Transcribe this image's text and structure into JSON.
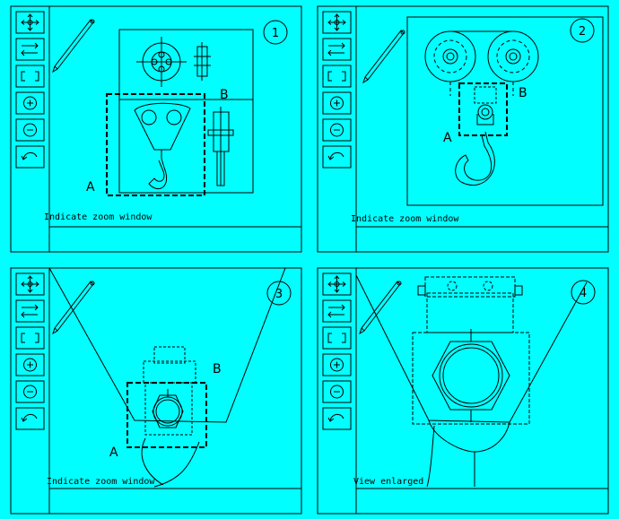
{
  "panels": [
    {
      "number": "1",
      "status": "Indicate zoom window",
      "callouts": [
        "A",
        "B"
      ]
    },
    {
      "number": "2",
      "status": "Indicate zoom window",
      "callouts": [
        "A",
        "B"
      ]
    },
    {
      "number": "3",
      "status": "Indicate zoom window",
      "callouts": [
        "A",
        "B"
      ]
    },
    {
      "number": "4",
      "status": "View enlarged",
      "callouts": []
    }
  ],
  "toolbar": {
    "tools": [
      {
        "icon": "pan-arrows-icon",
        "action": "Pan"
      },
      {
        "icon": "swap-arrows-icon",
        "action": "Swap"
      },
      {
        "icon": "zoom-window-icon",
        "action": "Zoom window"
      },
      {
        "icon": "zoom-in-icon",
        "action": "Zoom in"
      },
      {
        "icon": "zoom-out-icon",
        "action": "Zoom out"
      },
      {
        "icon": "undo-icon",
        "action": "Undo"
      }
    ]
  },
  "colors": {
    "background": "#00FFFF",
    "line": "#000000"
  }
}
